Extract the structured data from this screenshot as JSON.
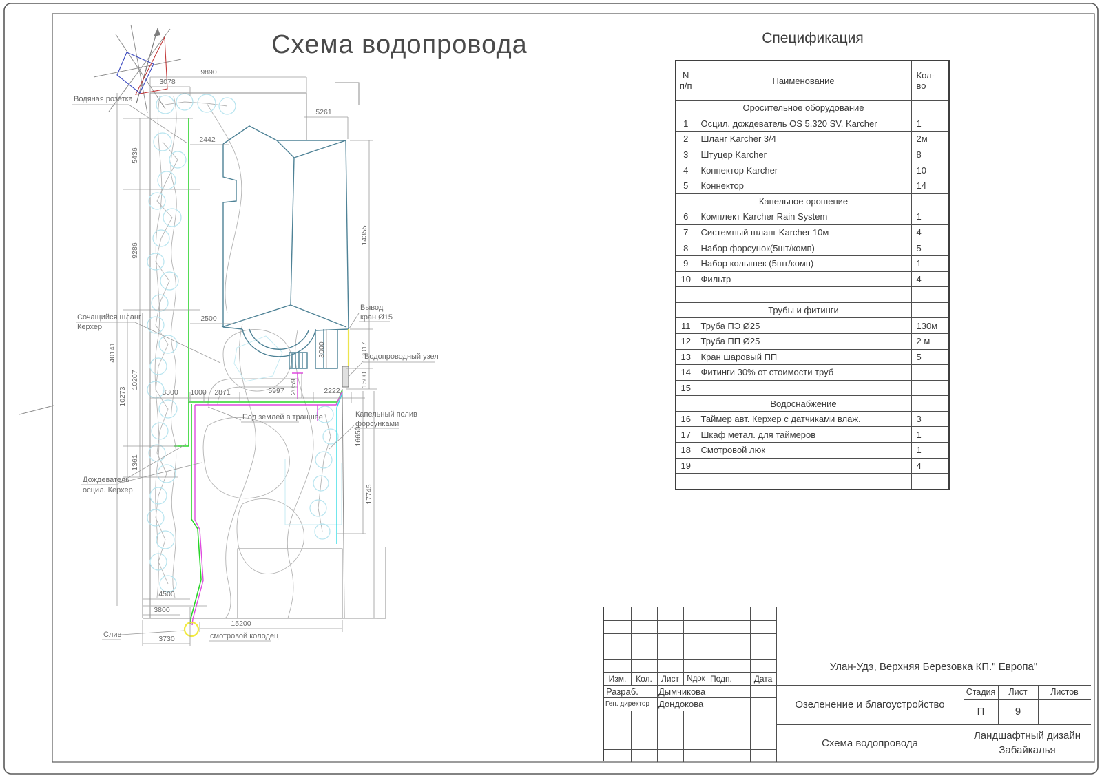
{
  "page": {
    "main_title": "Схема водопровода",
    "spec_title": "Спецификация"
  },
  "drawing": {
    "labels": {
      "rozetka": "Водяная розетка",
      "shlang1": "Сочащийся шланг",
      "shlang2": "Керхер",
      "vyvod1": "Вывод",
      "vyvod2": "кран Ø15",
      "uzel": "Водопроводный узел",
      "kapel1": "Капельный полив",
      "kapel2": "форсунками",
      "dozhd1": "Дождеватель",
      "dozhd2": "осцил. Керхер",
      "trench": "Под землей в траншее",
      "sliv": "Слив",
      "kolodets": "смотровой колодец"
    },
    "dims": {
      "d9890": "9890",
      "d3078": "3078",
      "d5261": "5261",
      "d2442": "2442",
      "d2500": "2500",
      "d5436": "5436",
      "d9286": "9286",
      "d40141": "40141",
      "d10207": "10207",
      "d10273": "10273",
      "d1361": "1361",
      "d3300": "3300",
      "d1000": "1000",
      "d2871": "2871",
      "d2059": "2059",
      "d5997": "5997",
      "d2222": "2222",
      "d3000": "3000",
      "d3017": "3017",
      "d1500": "1500",
      "d14355": "14355",
      "d16650": "16650",
      "d17745": "17745",
      "d4500": "4500",
      "d3800": "3800",
      "d3730": "3730",
      "d15200": "15200"
    }
  },
  "spec_table": {
    "headers": {
      "num": "N\nп/п",
      "name": "Наименование",
      "qty": "Кол-\nво"
    },
    "rows": [
      [
        "",
        "Оросительное оборудование",
        "",
        "s"
      ],
      [
        "1",
        "Осцил. дождеватель OS 5.320 SV. Karcher",
        "1",
        "i"
      ],
      [
        "2",
        "Шланг Karcher 3/4",
        "2м",
        "i"
      ],
      [
        "3",
        "Штуцер Karcher",
        "8",
        "i"
      ],
      [
        "4",
        "Коннектор Karcher",
        "10",
        "i"
      ],
      [
        "5",
        "Коннектор",
        "14",
        "i"
      ],
      [
        "",
        "Капельное орошение",
        "",
        "s"
      ],
      [
        "6",
        "Комплект Karcher Rain System",
        "1",
        "i"
      ],
      [
        "7",
        "Системный шланг Karcher 10м",
        "4",
        "i"
      ],
      [
        "8",
        "Набор форсунок(5шт/комп)",
        "5",
        "i"
      ],
      [
        "9",
        "Набор колышек (5шт/комп)",
        "1",
        "i"
      ],
      [
        "10",
        "Фильтр",
        "4",
        "i"
      ],
      [
        "",
        "",
        "",
        "e"
      ],
      [
        "",
        "Трубы и фитинги",
        "",
        "s"
      ],
      [
        "11",
        "Труба ПЭ Ø25",
        "130м",
        "i"
      ],
      [
        "12",
        "Труба ПП Ø25",
        "2 м",
        "i"
      ],
      [
        "13",
        "Кран шаровый ПП",
        "5",
        "i"
      ],
      [
        "14",
        "Фитинги 30% от стоимости труб",
        "",
        "i"
      ],
      [
        "15",
        "",
        "",
        "i"
      ],
      [
        "",
        "Водоснабжение",
        "",
        "s"
      ],
      [
        "16",
        "Таймер авт.  Керхер с датчиками влаж.",
        "3",
        "i"
      ],
      [
        "17",
        "Шкаф метал. для таймеров",
        "1",
        "i"
      ],
      [
        "18",
        "Смотровой люк",
        "1",
        "i"
      ],
      [
        "19",
        "",
        "4",
        "i"
      ],
      [
        "",
        "",
        "",
        "e"
      ]
    ]
  },
  "title_block": {
    "cols": {
      "izm": "Изм.",
      "kol": "Кол.",
      "list": "Лист",
      "ndok": "Nдок",
      "podp": "Подп.",
      "data": "Дата"
    },
    "razrab_label": "Разраб.",
    "razrab_name": "Дымчикова",
    "gendir_label": "Ген. директор",
    "gendir_name": "Дондокова",
    "object": "Улан-Удэ, Верхняя Березовка КП.\" Европа\"",
    "section": "Озеленение и благоустройство",
    "sheet_title": "Схема водопровода",
    "company": "Ландшафтный дизайн Забайкалья",
    "stage_label": "Стадия",
    "sheet_label": "Лист",
    "sheets_label": "Листов",
    "stage": "П",
    "sheet_num": "9",
    "sheets_num": ""
  }
}
